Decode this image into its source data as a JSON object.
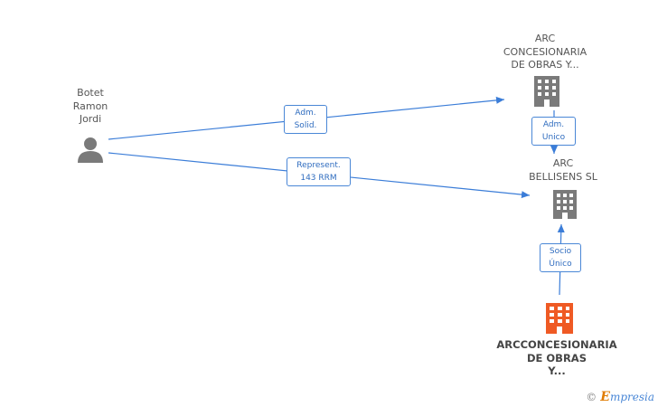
{
  "nodes": {
    "person": {
      "label": "Botet\nRamon\nJordi",
      "type": "person",
      "icon": "person-icon"
    },
    "company_top": {
      "label": "ARC\nCONCESIONARIA\nDE OBRAS Y...",
      "type": "company",
      "icon": "building-icon"
    },
    "company_mid": {
      "label": "ARC\nBELLISENS SL",
      "type": "company",
      "icon": "building-icon"
    },
    "company_main": {
      "label": "ARCCONCESIONARIA\nDE OBRAS\nY...",
      "type": "company",
      "icon": "building-icon",
      "highlighted": true
    }
  },
  "edges": {
    "adm_solid": {
      "label": "Adm.\nSolid.",
      "from": "person",
      "to": "company_top"
    },
    "represent": {
      "label": "Represent.\n143 RRM",
      "from": "person",
      "to": "company_mid"
    },
    "adm_unico": {
      "label": "Adm.\nUnico",
      "from": "company_top",
      "to": "company_mid"
    },
    "socio_unico": {
      "label": "Socio\nÚnico",
      "from": "company_main",
      "to": "company_mid"
    }
  },
  "colors": {
    "edge": "#3b7dd8",
    "icon": "#7a7a7a",
    "highlight": "#ef5a24"
  },
  "footer": {
    "copyright": "©",
    "brand_initial": "E",
    "brand_rest": "mpresia"
  }
}
